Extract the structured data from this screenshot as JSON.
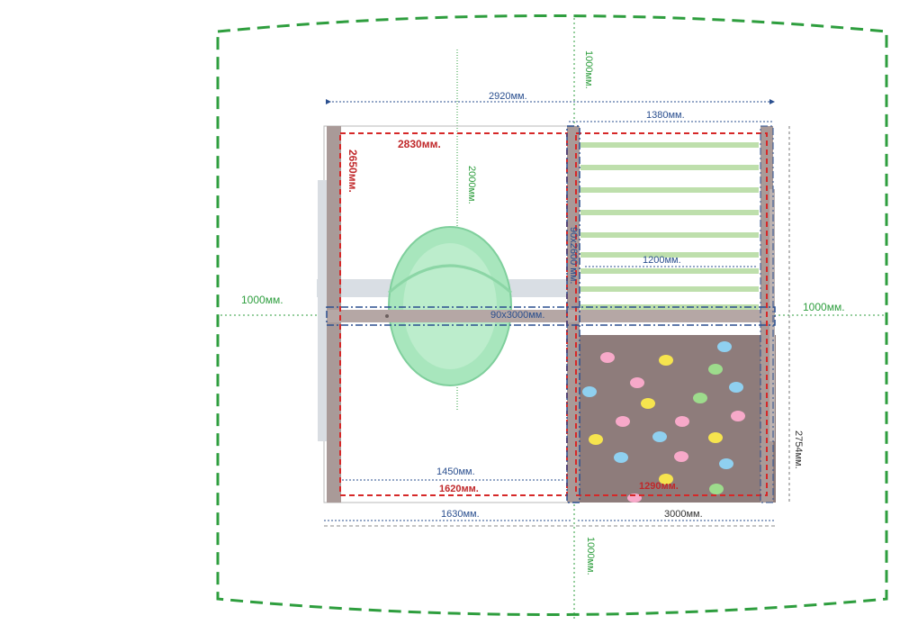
{
  "zone_top": "1000мм.",
  "zone_bottom": "1000мм.",
  "zone_left": "1000мм.",
  "zone_right": "1000мм.",
  "overall_width": "2920мм.",
  "ladder_width": "1380мм.",
  "inner_red_width": "2830мм.",
  "inner_red_height": "2650мм.",
  "swing_span": "2000мм.",
  "post_spec": "90x2600 мм.",
  "bar_width": "1200мм.",
  "beam_spec": "90x3000мм.",
  "left_clear_inner": "1450мм.",
  "left_clear_red": "1620мм.",
  "wall_red_width": "1290мм.",
  "left_base": "1630мм.",
  "right_base": "3000мм.",
  "wall_height": "2754мм.",
  "colors": {
    "safety_zone": "#2e9e3e",
    "dimension_blue": "#2a4f8f",
    "dimension_red": "#d62828",
    "post": "#a99a98",
    "slide": "#9fe0b4",
    "climbing_wall": "#8e7c7b"
  }
}
